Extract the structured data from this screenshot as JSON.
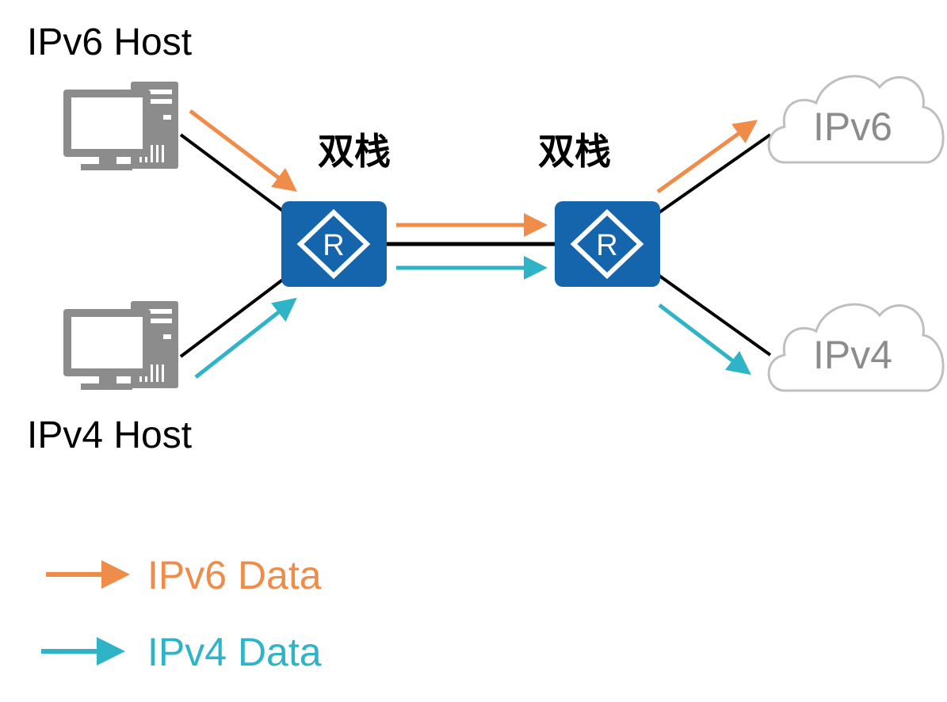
{
  "hosts": {
    "ipv6_host": "IPv6 Host",
    "ipv4_host": "IPv4 Host"
  },
  "routers": {
    "left_stack_label": "双栈",
    "right_stack_label": "双栈",
    "router_glyph": "R"
  },
  "clouds": {
    "ipv6": "IPv6",
    "ipv4": "IPv4"
  },
  "legend": {
    "ipv6_data": "IPv6 Data",
    "ipv4_data": "IPv4 Data"
  },
  "colors": {
    "ipv6": "#f08c4a",
    "ipv4": "#2fb3c7",
    "router": "#1565ad",
    "link": "#000000",
    "computer": "#8c8c8c",
    "cloud_stroke": "#bfbfbf",
    "cloud_text": "#8c8c8c"
  }
}
